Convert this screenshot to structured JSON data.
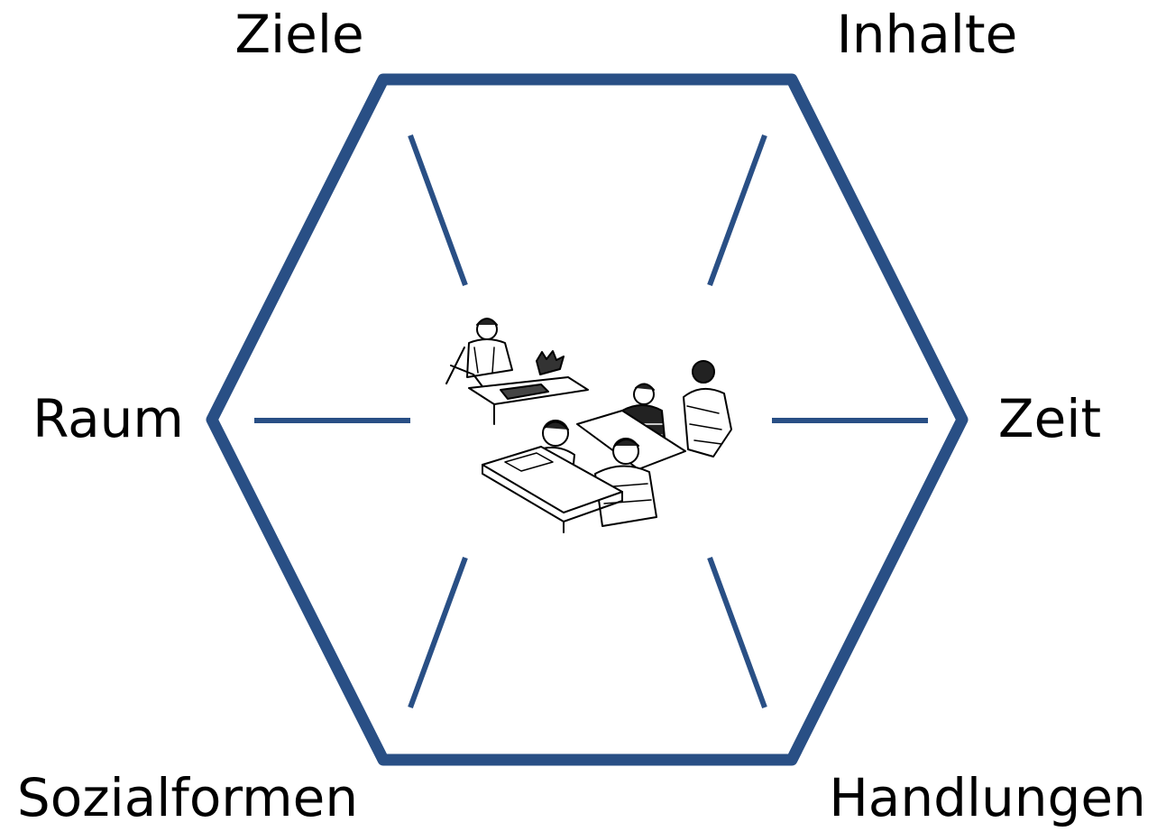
{
  "colors": {
    "hexagon": "#294f85",
    "label": "#000000",
    "background": "#ffffff"
  },
  "labels": {
    "ziele": "Ziele",
    "inhalte": "Inhalte",
    "raum": "Raum",
    "zeit": "Zeit",
    "sozialformen": "Sozialformen",
    "handlungen": "Handlungen"
  },
  "center_image": {
    "icon": "classroom-sketch-icon"
  }
}
